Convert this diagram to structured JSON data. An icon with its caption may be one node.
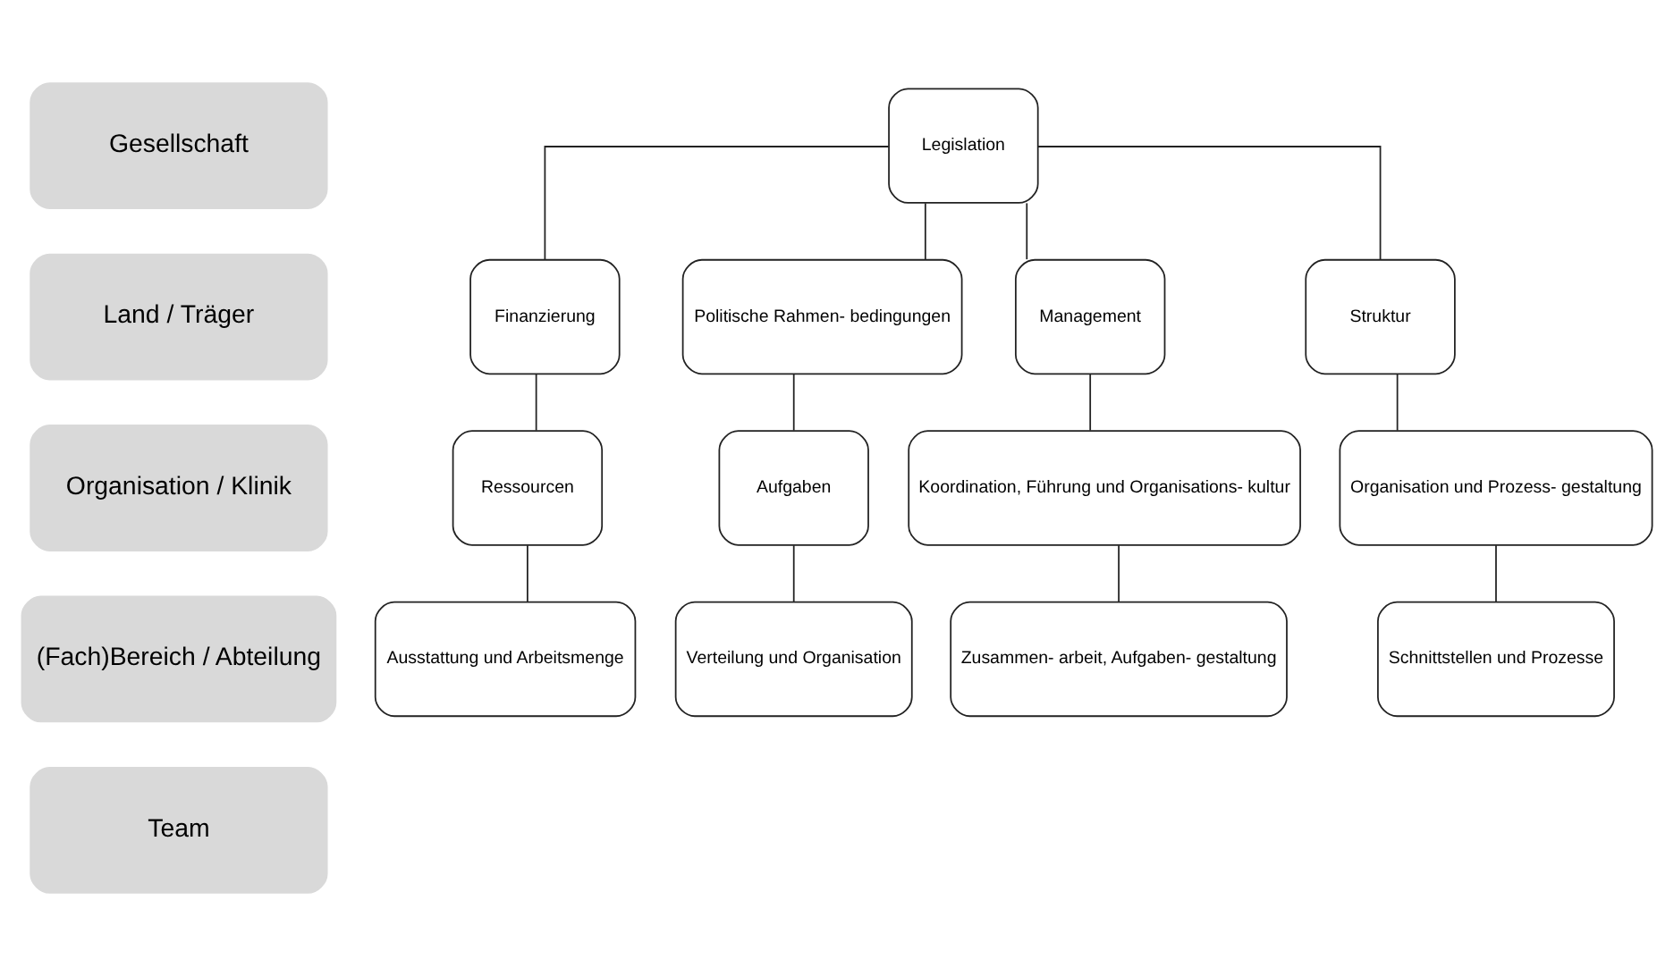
{
  "diagram": {
    "nodes": [
      {
        "text": [
          "Gesellschaft"
        ]
      },
      {
        "text": [
          "Land / Träger"
        ]
      },
      {
        "text": [
          "Organisation / Klinik"
        ]
      },
      {
        "text": [
          "(Fach)Bereich / Abteilung"
        ]
      },
      {
        "text": [
          "Team"
        ]
      },
      {
        "text": [
          "Legislation"
        ]
      },
      {
        "text": [
          "Finanzierung"
        ]
      },
      {
        "text": [
          "Politische Rahmen- bedingungen"
        ]
      },
      {
        "text": [
          "Management"
        ]
      },
      {
        "text": [
          "Struktur"
        ]
      },
      {
        "text": [
          "Ressourcen"
        ]
      },
      {
        "text": [
          "Aufgaben"
        ]
      },
      {
        "text": [
          "Koordination, Führung und Organisations- kultur"
        ]
      },
      {
        "text": [
          "Organisation und Prozess- gestaltung"
        ]
      },
      {
        "text": [
          "Ausstattung und Arbeitsmenge"
        ]
      },
      {
        "text": [
          "Verteilung und Organisation"
        ]
      },
      {
        "text": [
          "Zusammen- arbeit, Aufgaben- gestaltung"
        ]
      },
      {
        "text": [
          "Schnittstellen und Prozesse"
        ]
      }
    ],
    "edges": [
      {
        "from": 5,
        "to": 6,
        "arrow": "none"
      },
      {
        "from": 5,
        "to": 7,
        "arrow": "none"
      },
      {
        "from": 5,
        "to": 8,
        "arrow": "none"
      },
      {
        "from": 5,
        "to": 9,
        "arrow": "none"
      },
      {
        "from": 6,
        "to": 10,
        "arrow": "none"
      },
      {
        "from": 10,
        "to": 14,
        "arrow": "none"
      },
      {
        "from": 7,
        "to": 11,
        "arrow": "none"
      },
      {
        "from": 11,
        "to": 15,
        "arrow": "none"
      },
      {
        "from": 8,
        "to": 12,
        "arrow": "none"
      },
      {
        "from": 12,
        "to": 16,
        "arrow": "none"
      },
      {
        "from": 9,
        "to": 13,
        "arrow": "none"
      },
      {
        "from": 13,
        "to": 17,
        "arrow": "none"
      }
    ]
  }
}
